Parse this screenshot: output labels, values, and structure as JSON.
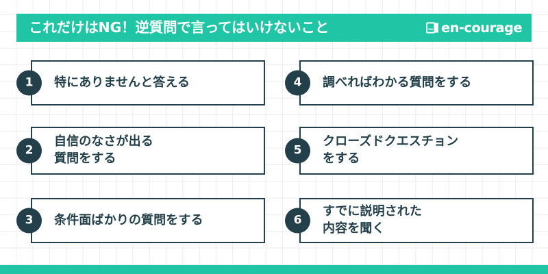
{
  "header": {
    "title": "これだけはNG！逆質問で言ってはいけないこと",
    "brand_name": "en-courage",
    "brand_icon": "book-icon",
    "background_color": "#1fc5a4",
    "text_color": "#ffffff"
  },
  "theme": {
    "accent_color": "#1fc5a4",
    "ink_color": "#23404a",
    "card_background": "#ffffff",
    "page_background": "#ffffff",
    "grid_line_color": "#ececec"
  },
  "items": [
    {
      "number": "1",
      "column": "left",
      "lines": [
        "特にありませんと答える"
      ]
    },
    {
      "number": "2",
      "column": "left",
      "lines": [
        "自信のなさが出る",
        "質問をする"
      ]
    },
    {
      "number": "3",
      "column": "left",
      "lines": [
        "条件面ばかりの質問をする"
      ]
    },
    {
      "number": "4",
      "column": "right",
      "lines": [
        "調べればわかる質問をする"
      ]
    },
    {
      "number": "5",
      "column": "right",
      "lines": [
        "クローズドクエスチョン",
        "をする"
      ]
    },
    {
      "number": "6",
      "column": "right",
      "lines": [
        "すでに説明された",
        "内容を聞く"
      ]
    }
  ],
  "footer": {
    "accent_bar_color": "#1fc5a4"
  }
}
